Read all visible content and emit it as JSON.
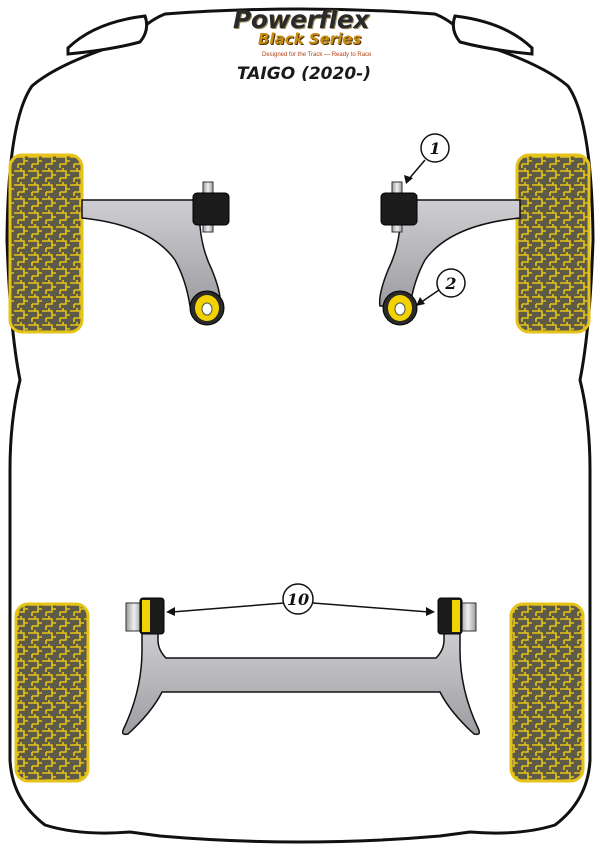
{
  "brand": {
    "name": "Powerflex",
    "series": "Black Series",
    "tagline": "Designed for the Track — Ready to Race"
  },
  "model": "TAIGO (2020-)",
  "callouts": [
    {
      "id": "1",
      "label": "1"
    },
    {
      "id": "2",
      "label": "2"
    },
    {
      "id": "10",
      "label": "10"
    }
  ],
  "colors": {
    "tire_fill": "#5e5a48",
    "tire_tread": "#e6c318",
    "bushing_yellow": "#f2d200",
    "arm_fill": "#b8b8bc",
    "outline": "#000000"
  }
}
